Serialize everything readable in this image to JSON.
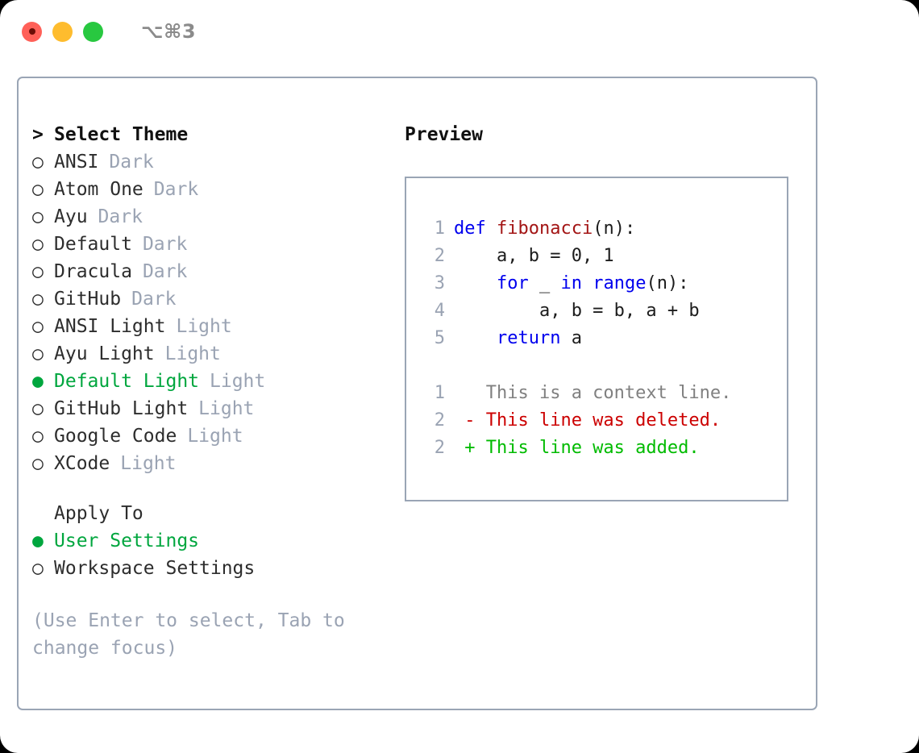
{
  "titlebar": {
    "shortcut": "⌥⌘3",
    "buttons": [
      {
        "name": "close",
        "color": "#ff6058"
      },
      {
        "name": "minimize",
        "color": "#febc2e"
      },
      {
        "name": "zoom",
        "color": "#28c840"
      }
    ]
  },
  "theme_picker": {
    "header_marker": ">",
    "header": "Select Theme",
    "selected_theme": "Default Light",
    "selected_color": "#00a63e",
    "unselected_marker": "○",
    "selected_marker": "●",
    "items": [
      {
        "marker": "○",
        "label": "ANSI",
        "tag": "Dark",
        "selected": false
      },
      {
        "marker": "○",
        "label": "Atom One",
        "tag": "Dark",
        "selected": false
      },
      {
        "marker": "○",
        "label": "Ayu",
        "tag": "Dark",
        "selected": false
      },
      {
        "marker": "○",
        "label": "Default",
        "tag": "Dark",
        "selected": false
      },
      {
        "marker": "○",
        "label": "Dracula",
        "tag": "Dark",
        "selected": false
      },
      {
        "marker": "○",
        "label": "GitHub",
        "tag": "Dark",
        "selected": false
      },
      {
        "marker": "○",
        "label": "ANSI Light",
        "tag": "Light",
        "selected": false
      },
      {
        "marker": "○",
        "label": "Ayu Light",
        "tag": "Light",
        "selected": false
      },
      {
        "marker": "●",
        "label": "Default Light",
        "tag": "Light",
        "selected": true
      },
      {
        "marker": "○",
        "label": "GitHub Light",
        "tag": "Light",
        "selected": false
      },
      {
        "marker": "○",
        "label": "Google Code",
        "tag": "Light",
        "selected": false
      },
      {
        "marker": "○",
        "label": "XCode",
        "tag": "Light",
        "selected": false
      }
    ]
  },
  "apply_to": {
    "header": "Apply To",
    "options": [
      {
        "marker": "●",
        "label": "User Settings",
        "selected": true
      },
      {
        "marker": "○",
        "label": "Workspace Settings",
        "selected": false
      }
    ]
  },
  "hint": "(Use Enter to select, Tab to change focus)",
  "preview": {
    "title": "Preview",
    "code_lines": [
      {
        "lineno": "1",
        "tokens": [
          {
            "text": "def ",
            "style": "kw"
          },
          {
            "text": "fibonacci",
            "style": "fn"
          },
          {
            "text": "(n):",
            "style": "plain"
          }
        ]
      },
      {
        "lineno": "2",
        "tokens": [
          {
            "text": "    a, b = 0, 1",
            "style": "plain"
          }
        ]
      },
      {
        "lineno": "3",
        "tokens": [
          {
            "text": "    ",
            "style": "plain"
          },
          {
            "text": "for",
            "style": "kw"
          },
          {
            "text": " _ ",
            "style": "plain"
          },
          {
            "text": "in",
            "style": "kw"
          },
          {
            "text": " ",
            "style": "plain"
          },
          {
            "text": "range",
            "style": "kw"
          },
          {
            "text": "(n):",
            "style": "plain"
          }
        ]
      },
      {
        "lineno": "4",
        "tokens": [
          {
            "text": "        a, b = b, a + b",
            "style": "plain"
          }
        ]
      },
      {
        "lineno": "5",
        "tokens": [
          {
            "text": "    ",
            "style": "plain"
          },
          {
            "text": "return",
            "style": "kw"
          },
          {
            "text": " a",
            "style": "plain"
          }
        ]
      }
    ],
    "diff_lines": [
      {
        "lineno": "1",
        "tokens": [
          {
            "text": "   This is a context line.",
            "style": "ctx"
          }
        ]
      },
      {
        "lineno": "2",
        "tokens": [
          {
            "text": " - This line was deleted.",
            "style": "del"
          }
        ]
      },
      {
        "lineno": "2",
        "tokens": [
          {
            "text": " + This line was added.",
            "style": "add"
          }
        ]
      }
    ],
    "colors": {
      "keyword": "#0000ee",
      "function": "#a31515",
      "plain": "#1c1c1c",
      "lineno": "#9aa3b3",
      "context": "#808080",
      "deleted": "#cc0000",
      "added": "#00bb00"
    }
  }
}
